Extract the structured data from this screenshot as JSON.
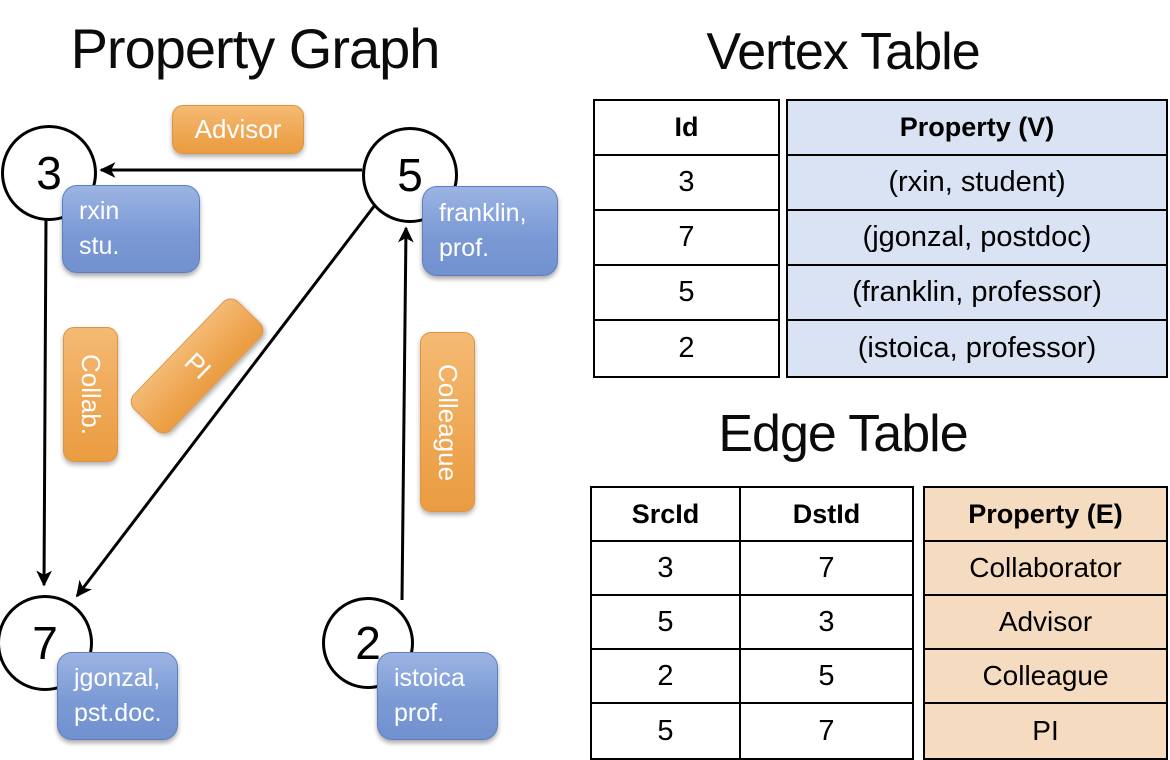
{
  "graph": {
    "title": "Property Graph",
    "nodes": [
      {
        "id": "3",
        "label_lines": [
          "rxin",
          "stu."
        ]
      },
      {
        "id": "5",
        "label_lines": [
          "franklin,",
          "prof."
        ]
      },
      {
        "id": "7",
        "label_lines": [
          "jgonzal,",
          "pst.doc."
        ]
      },
      {
        "id": "2",
        "label_lines": [
          "istoica",
          "prof."
        ]
      }
    ],
    "edges": [
      {
        "src": "5",
        "dst": "3",
        "label": "Advisor"
      },
      {
        "src": "3",
        "dst": "7",
        "label": "Collab."
      },
      {
        "src": "5",
        "dst": "7",
        "label": "PI"
      },
      {
        "src": "2",
        "dst": "5",
        "label": "Colleague"
      }
    ]
  },
  "vertex_table": {
    "title": "Vertex Table",
    "headers": {
      "id": "Id",
      "property": "Property (V)"
    },
    "rows": [
      {
        "id": "3",
        "property": "(rxin, student)"
      },
      {
        "id": "7",
        "property": "(jgonzal, postdoc)"
      },
      {
        "id": "5",
        "property": "(franklin, professor)"
      },
      {
        "id": "2",
        "property": "(istoica, professor)"
      }
    ]
  },
  "edge_table": {
    "title": "Edge Table",
    "headers": {
      "src": "SrcId",
      "dst": "DstId",
      "property": "Property (E)"
    },
    "rows": [
      {
        "src": "3",
        "dst": "7",
        "property": "Collaborator"
      },
      {
        "src": "5",
        "dst": "3",
        "property": "Advisor"
      },
      {
        "src": "2",
        "dst": "5",
        "property": "Colleague"
      },
      {
        "src": "5",
        "dst": "7",
        "property": "PI"
      }
    ]
  },
  "colors": {
    "vertex_box_blue": "#7b9ad5",
    "edge_box_orange": "#efa855",
    "vertex_property_bg": "#dae3f3",
    "edge_property_bg": "#f5dcc1",
    "line_black": "#000000"
  }
}
